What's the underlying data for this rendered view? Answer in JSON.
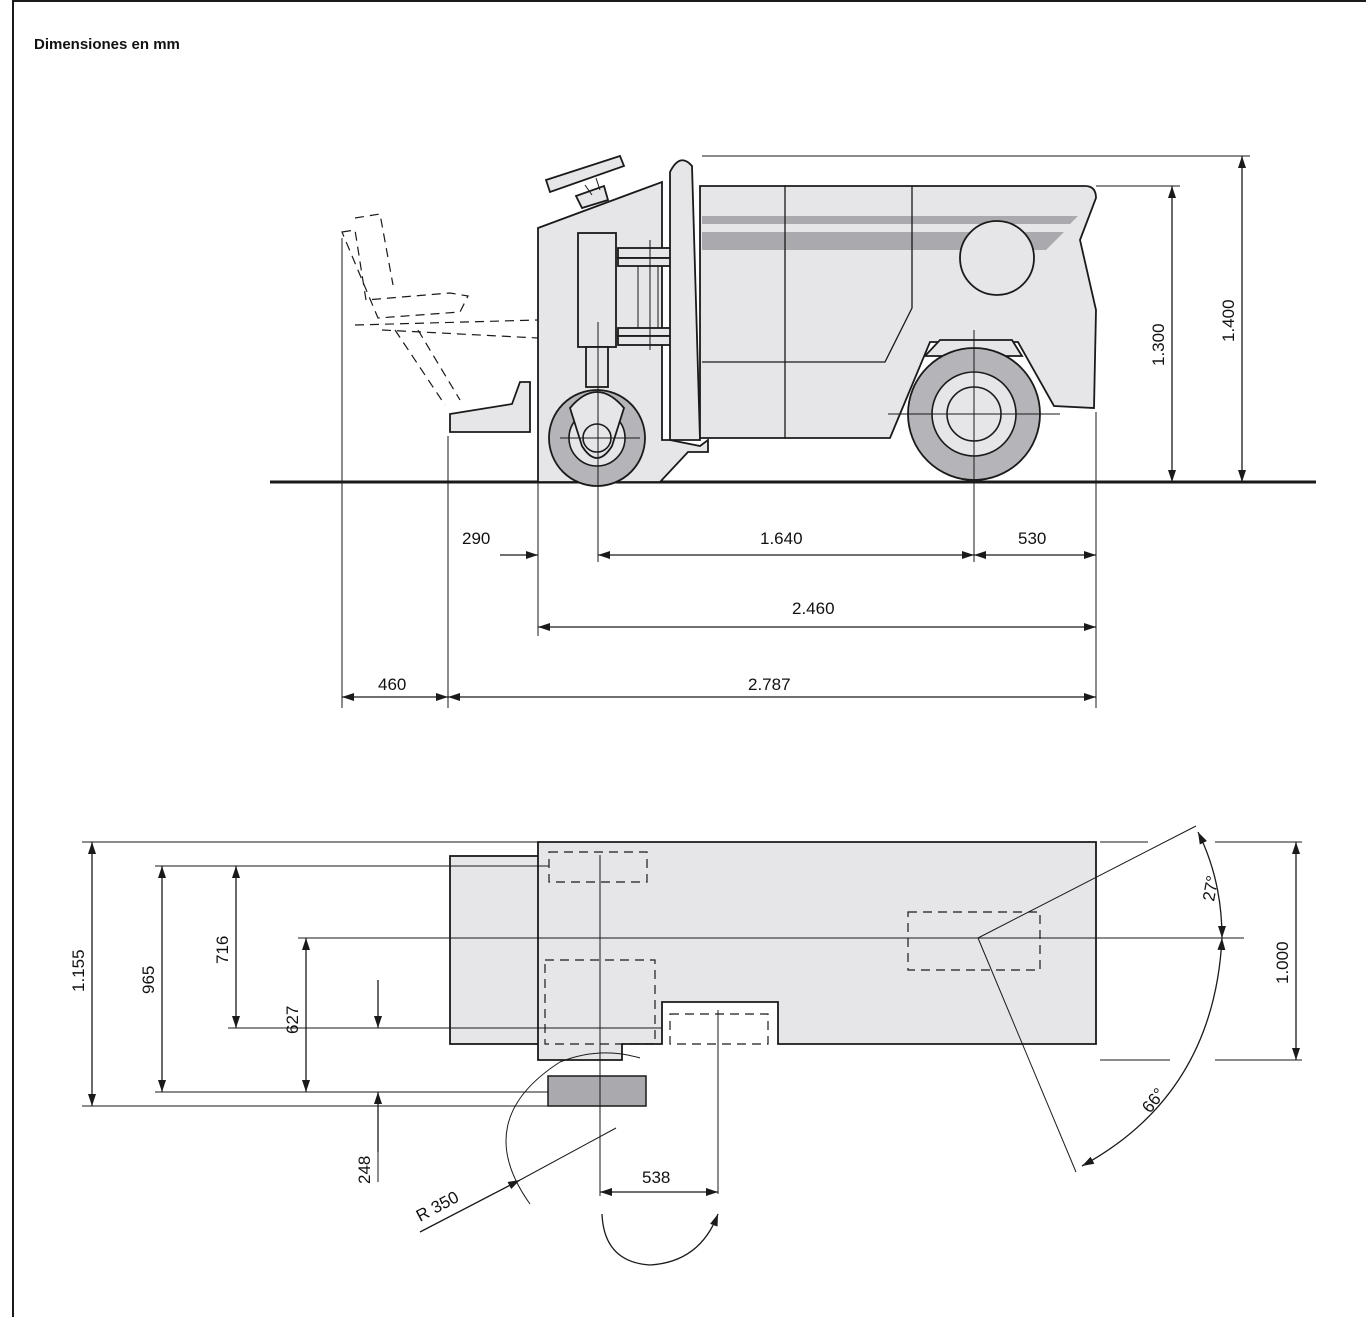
{
  "header": {
    "title": "Dimensiones en mm"
  },
  "colors": {
    "body_fill": "#e6e6e9",
    "tire_fill": "#b4b4b9",
    "stripe": "#a9a9ae",
    "line": "#1a1a1a"
  },
  "side_view": {
    "dims": {
      "d290": "290",
      "d1640": "1.640",
      "d530": "530",
      "d2460": "2.460",
      "d460": "460",
      "d2787": "2.787",
      "d1300": "1.300",
      "d1400": "1.400"
    }
  },
  "top_view": {
    "dims": {
      "d1155": "1.155",
      "d965": "965",
      "d716": "716",
      "d627": "627",
      "d248": "248",
      "r350": "R 350",
      "d538": "538",
      "a27": "27°",
      "a66": "66°",
      "d1000": "1.000"
    }
  }
}
